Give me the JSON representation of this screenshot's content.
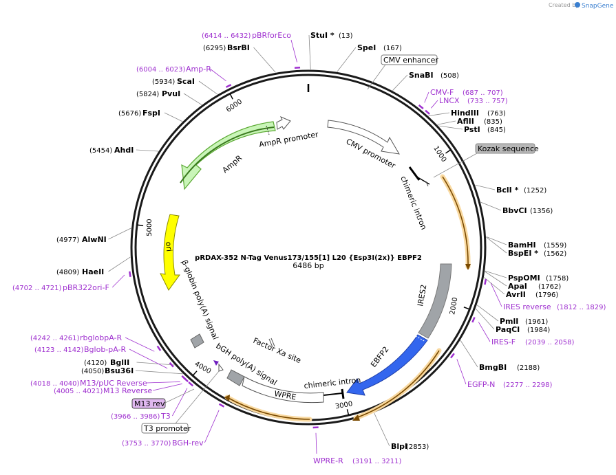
{
  "map": {
    "title": "pRDAX-352    N-Tag Venus173/155[1] L20 {Esp3I(2x)} EBPF2",
    "length_label": "6486 bp",
    "total_bp": 6486
  },
  "branding": {
    "created_by": "Created by",
    "product": "SnapGene"
  },
  "ticks": [
    {
      "bp": 1000,
      "label": "1000"
    },
    {
      "bp": 2000,
      "label": "2000"
    },
    {
      "bp": 3000,
      "label": "3000"
    },
    {
      "bp": 4000,
      "label": "4000"
    },
    {
      "bp": 5000,
      "label": "5000"
    },
    {
      "bp": 6000,
      "label": "6000"
    }
  ],
  "enzymes": [
    {
      "name": "StuI *",
      "pos": "(13)",
      "bp": 13
    },
    {
      "name": "SpeI",
      "pos": "(167)",
      "bp": 167
    },
    {
      "name": "SnaBI",
      "pos": "(508)",
      "bp": 508
    },
    {
      "name": "HindIII",
      "pos": "(763)",
      "bp": 763
    },
    {
      "name": "AflII",
      "pos": "(835)",
      "bp": 835
    },
    {
      "name": "PstI",
      "pos": "(845)",
      "bp": 845
    },
    {
      "name": "BclI *",
      "pos": "(1252)",
      "bp": 1252
    },
    {
      "name": "BbvCI",
      "pos": "(1356)",
      "bp": 1356
    },
    {
      "name": "BamHI",
      "pos": "(1559)",
      "bp": 1559
    },
    {
      "name": "BspEI *",
      "pos": "(1562)",
      "bp": 1562
    },
    {
      "name": "PspOMI",
      "pos": "(1758)",
      "bp": 1758
    },
    {
      "name": "ApaI",
      "pos": "(1762)",
      "bp": 1762
    },
    {
      "name": "AvrII",
      "pos": "(1796)",
      "bp": 1796
    },
    {
      "name": "PmlI",
      "pos": "(1961)",
      "bp": 1961
    },
    {
      "name": "PaqCI",
      "pos": "(1984)",
      "bp": 1984
    },
    {
      "name": "BmgBI",
      "pos": "(2188)",
      "bp": 2188
    },
    {
      "name": "BlpI",
      "pos": "(2853)",
      "bp": 2853
    },
    {
      "name": "BglII",
      "pos": "(4120)",
      "bp": 4120
    },
    {
      "name": "Bsu36I",
      "pos": "(4050)",
      "bp": 4050
    },
    {
      "name": "HaeII",
      "pos": "(4809)",
      "bp": 4809
    },
    {
      "name": "AlwNI",
      "pos": "(4977)",
      "bp": 4977
    },
    {
      "name": "AhdI",
      "pos": "(5454)",
      "bp": 5454
    },
    {
      "name": "FspI",
      "pos": "(5676)",
      "bp": 5676
    },
    {
      "name": "PvuI",
      "pos": "(5824)",
      "bp": 5824
    },
    {
      "name": "ScaI",
      "pos": "(5934)",
      "bp": 5934
    },
    {
      "name": "BsrBI",
      "pos": "(6295)",
      "bp": 6295
    }
  ],
  "primers": [
    {
      "name": "pBRforEco",
      "pos": "(6414 .. 6432)",
      "bp": 6423
    },
    {
      "name": "Amp-R",
      "pos": "(6004 .. 6023)",
      "bp": 6013
    },
    {
      "name": "CMV-F",
      "pos": "(687 .. 707)",
      "bp": 697
    },
    {
      "name": "LNCX",
      "pos": "(733 .. 757)",
      "bp": 745
    },
    {
      "name": "IRES reverse",
      "pos": "(1812 .. 1829)",
      "bp": 1820
    },
    {
      "name": "IRES-F",
      "pos": "(2039 .. 2058)",
      "bp": 2048
    },
    {
      "name": "EGFP-N",
      "pos": "(2277 .. 2298)",
      "bp": 2287
    },
    {
      "name": "WPRE-R",
      "pos": "(3191 .. 3211)",
      "bp": 3201
    },
    {
      "name": "BGH-rev",
      "pos": "(3753 .. 3770)",
      "bp": 3761
    },
    {
      "name": "T3",
      "pos": "(3966 .. 3986)",
      "bp": 3976
    },
    {
      "name": "M13 Reverse",
      "pos": "(4005 .. 4021)",
      "bp": 4013
    },
    {
      "name": "M13/pUC Reverse",
      "pos": "(4018 .. 4040)",
      "bp": 4029
    },
    {
      "name": "Bglob-pA-R",
      "pos": "(4123 .. 4142)",
      "bp": 4132
    },
    {
      "name": "rbglobpA-R",
      "pos": "(4242 .. 4261)",
      "bp": 4251
    },
    {
      "name": "pBR322ori-F",
      "pos": "(4702 .. 4721)",
      "bp": 4711
    }
  ],
  "boxed_labels": {
    "cmv_enhancer": "CMV enhancer",
    "kozak": "Kozak sequence",
    "m13_rev": "M13 rev",
    "t3_promoter": "T3 promoter"
  },
  "features": {
    "cmv_promoter": "CMV promoter",
    "chimeric_intron_top": "chimeric intron",
    "ires2": "IRES2",
    "ebfp2": "EBFP2",
    "chimeric_intron_bottom": "chimeric intron",
    "wpre": "WPRE",
    "bgh": "bGH poly(A) signal",
    "factor_xa": "Factor Xa site",
    "beta_globin": "β-globin poly(A) signal",
    "ori": "ori",
    "ampr": "AmpR",
    "ampr_promoter": "AmpR promoter"
  },
  "colors": {
    "primer": "#9e2fcf",
    "orf_orange": "#f5a623",
    "ampr_green": "#6fcf3c",
    "ori_yellow": "#ffff00",
    "ebfp_blue": "#3366ee",
    "ires_gray": "#a0a4a8",
    "kozak_gray": "#b8b8b8",
    "m13_lilac": "#e0b8f0"
  }
}
